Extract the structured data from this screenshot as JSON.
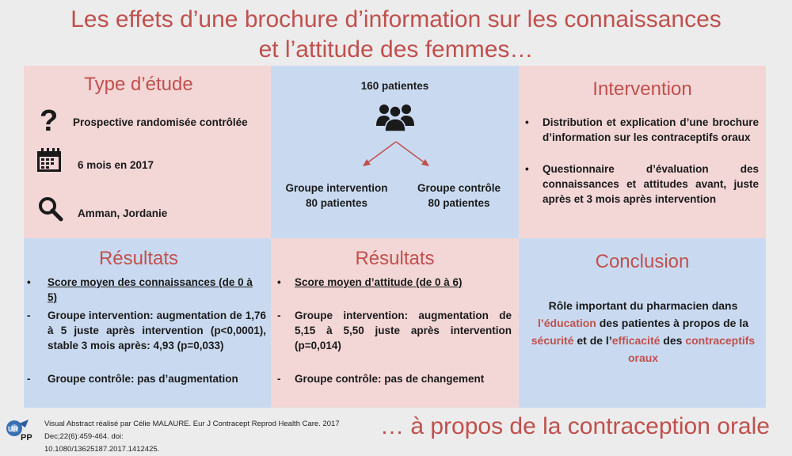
{
  "title_line1": "Les effets d’une brochure d’information sur les connaissances",
  "title_line2": "et l’attitude des femmes…",
  "type_etude": {
    "heading": "Type d’étude",
    "items": [
      {
        "icon": "question-mark-icon",
        "text": "Prospective randomisée contrôlée"
      },
      {
        "icon": "calendar-icon",
        "text": "6 mois en 2017"
      },
      {
        "icon": "magnifier-icon",
        "text": "Amman, Jordanie"
      }
    ]
  },
  "population": {
    "total": "160 patientes",
    "icon": "group-people-icon",
    "group1_label": "Groupe intervention",
    "group1_count": "80 patientes",
    "group2_label": "Groupe contrôle",
    "group2_count": "80 patientes"
  },
  "intervention": {
    "heading": "Intervention",
    "items": [
      "Distribution et explication d’une brochure d’information sur les contraceptifs oraux",
      "Questionnaire d’évaluation des connaissances et attitudes avant, juste après et 3 mois après intervention"
    ]
  },
  "resultats1": {
    "heading": "Résultats",
    "lead": "Score moyen des connaissances (de 0 à 5)",
    "items": [
      "Groupe intervention: augmentation de 1,76 à 5 juste après intervention (p<0,0001), stable 3 mois après: 4,93 (p=0,033)",
      "Groupe contrôle: pas d’augmentation"
    ]
  },
  "resultats2": {
    "heading": "Résultats",
    "lead": "Score moyen d’attitude (de 0 à 6)",
    "items": [
      "Groupe intervention: augmentation de 5,15 à 5,50 juste après intervention (p=0,014)",
      "Groupe contrôle: pas de changement"
    ]
  },
  "conclusion": {
    "heading": "Conclusion",
    "t1": "Rôle important du pharmacien dans ",
    "h1": "l’éducation",
    "t2": " des patientes à propos de la ",
    "h2": "sécurité",
    "t3": " et de l’",
    "h3": "efficacité",
    "t4": " des ",
    "h4": "contraceptifs oraux"
  },
  "footer": {
    "logo_text": "UR PP",
    "citation_line1": "Visual Abstract réalisé par Célie MALAURE. Eur J Contracept Reprod Health Care. 2017 Dec;22(6):459-464. doi:",
    "citation_line2": "10.1080/13625187.2017.1412425.",
    "tagline": "… à propos de la contraception orale"
  },
  "colors": {
    "accent": "#c0504d",
    "pink_panel": "#f3d6d6",
    "blue_panel": "#c9daf0",
    "background": "#ececec"
  }
}
